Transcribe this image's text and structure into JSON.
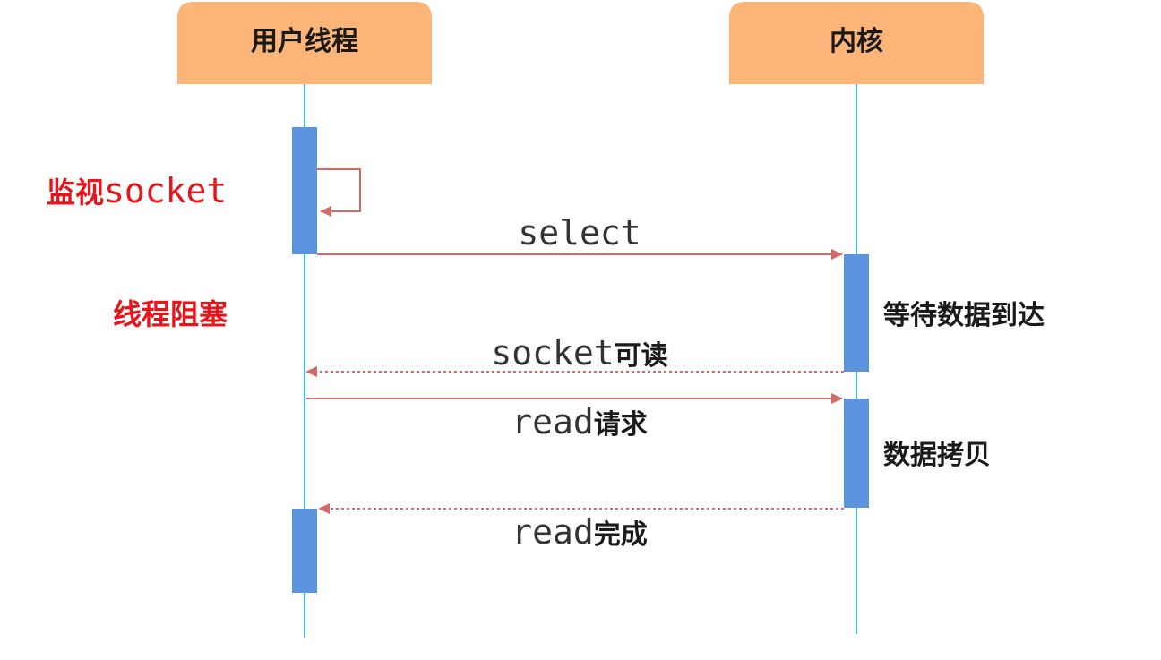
{
  "actors": {
    "user_thread": "用户线程",
    "kernel": "内核"
  },
  "messages": {
    "select": "select",
    "socket_readable_prefix": "socket",
    "socket_readable_suffix": "可读",
    "read_request_prefix": "read",
    "read_request_suffix": "请求",
    "read_done_prefix": "read",
    "read_done_suffix": "完成"
  },
  "notes": {
    "monitor_prefix": "监视",
    "monitor_suffix": "socket",
    "thread_blocked": "线程阻塞",
    "wait_data": "等待数据到达",
    "data_copy": "数据拷贝"
  },
  "colors": {
    "actor_box": "#fcb578",
    "lifeline": "#44b8e6",
    "activation": "#5b93df",
    "arrow": "#d36a6a",
    "note_red": "#e8141c"
  }
}
